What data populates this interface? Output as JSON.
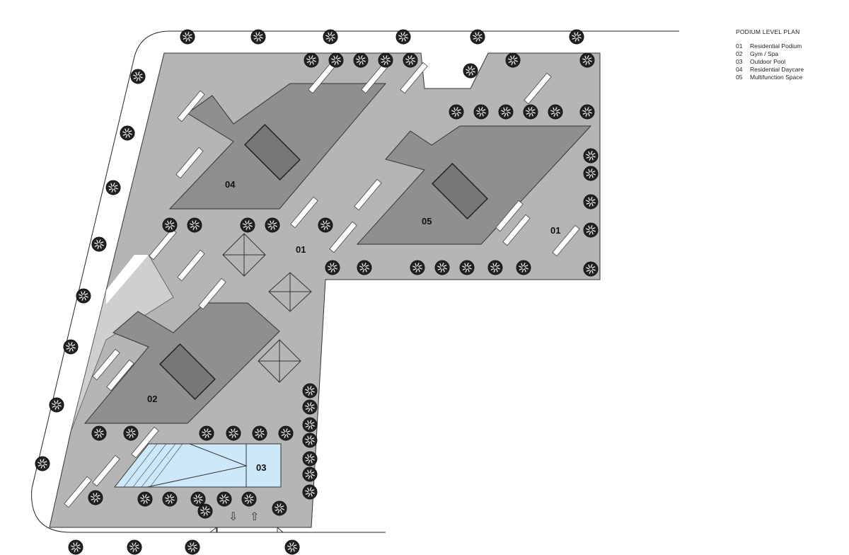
{
  "legend": {
    "title": "PODIUM LEVEL PLAN",
    "items": [
      {
        "num": "01",
        "label": "Residential Podium"
      },
      {
        "num": "02",
        "label": "Gym / Spa"
      },
      {
        "num": "03",
        "label": "Outdoor Pool"
      },
      {
        "num": "04",
        "label": "Residential Daycare"
      },
      {
        "num": "05",
        "label": "Multifunction Space"
      }
    ]
  },
  "zones": {
    "podium_center": "01",
    "podium_east": "01",
    "gym": "02",
    "pool": "03",
    "daycare": "04",
    "multifunction": "05"
  },
  "colors": {
    "podium": "#b5b5b5",
    "podium_light": "#cfcfcf",
    "building": "#8f8f8f",
    "pool": "#cde8f8",
    "tree": "#222222"
  }
}
